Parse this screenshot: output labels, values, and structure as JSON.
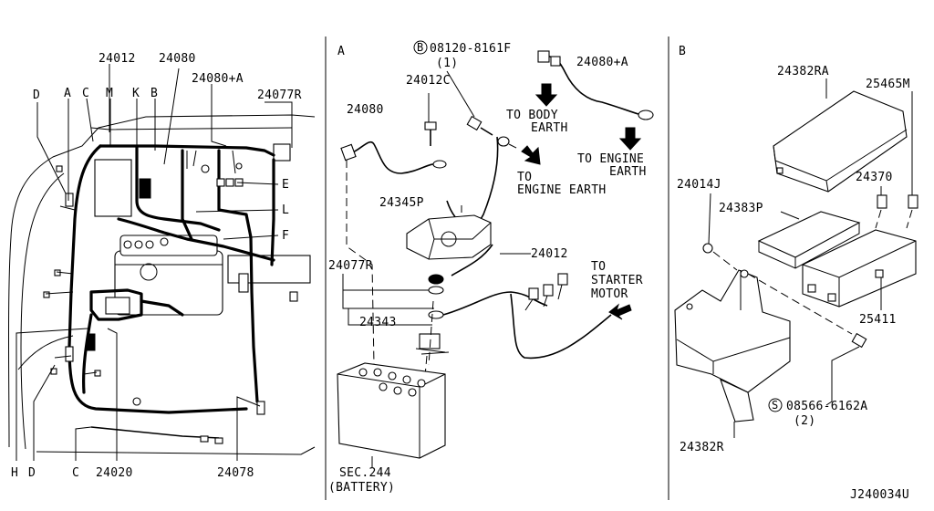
{
  "sections": {
    "a": "A",
    "b": "B"
  },
  "left": {
    "top_labels": [
      "24012",
      "24080",
      "24080+A",
      "24077R"
    ],
    "letters_top": [
      "D",
      "A",
      "C",
      "M",
      "K",
      "B"
    ],
    "letters_right": [
      "E",
      "L",
      "F"
    ],
    "bottom_labels": [
      "H",
      "D",
      "C",
      "24020",
      "24078"
    ]
  },
  "middle": {
    "bolt_code": "08120-8161F",
    "bolt_code_badge": "B",
    "bolt_qty": "(1)",
    "labels": {
      "p24080": "24080",
      "p24012c": "24012C",
      "p24080a": "24080+A",
      "p24345p": "24345P",
      "p24012": "24012",
      "p24077r": "24077R",
      "p24343": "24343"
    },
    "to_body_earth": [
      "TO BODY",
      "EARTH"
    ],
    "to_engine_earth_1": [
      "TO ENGINE",
      "EARTH"
    ],
    "to_engine_earth_2": [
      "TO",
      "ENGINE EARTH"
    ],
    "to_starter_motor": [
      "TO",
      "STARTER",
      "MOTOR"
    ],
    "battery": [
      "SEC.244",
      "(BATTERY)"
    ]
  },
  "right": {
    "labels": {
      "p24382ra": "24382RA",
      "p25465m": "25465M",
      "p24014j": "24014J",
      "p24370": "24370",
      "p24383p": "24383P",
      "p25411": "25411",
      "p24382r": "24382R"
    },
    "screw_code": "08566-6162A",
    "screw_code_badge": "S",
    "screw_qty": "(2)"
  },
  "figure_code": "J240034U"
}
